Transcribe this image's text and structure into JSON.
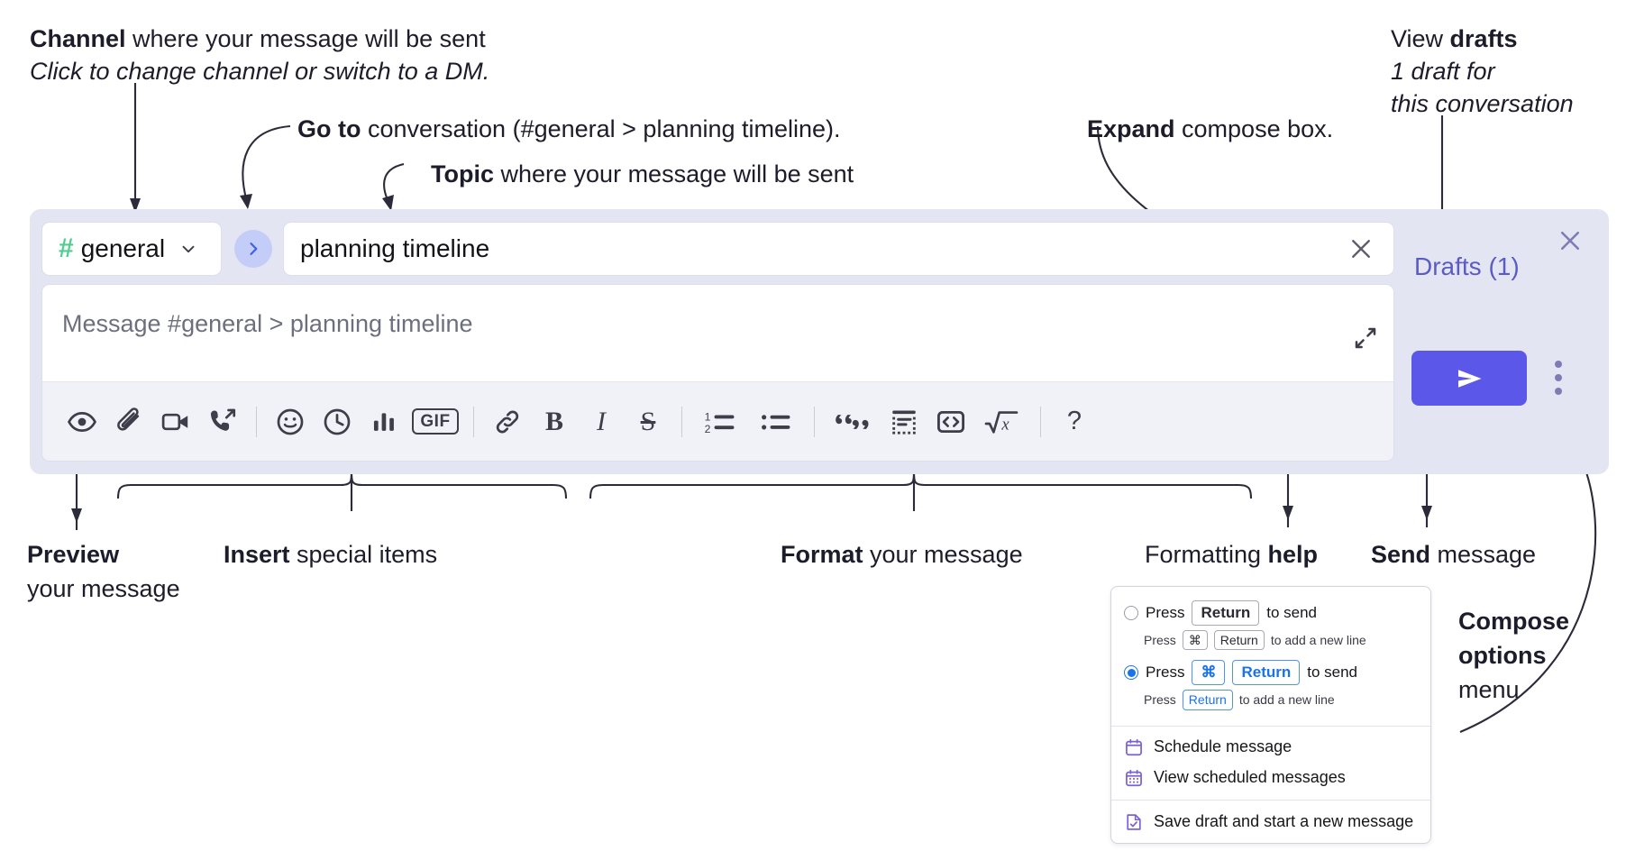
{
  "annotations": {
    "channel": {
      "bold": "Channel",
      "rest": " where your message will be sent",
      "sub": "Click to change channel or switch to a DM."
    },
    "goto": {
      "bold": "Go to",
      "rest": " conversation (#general > planning timeline)."
    },
    "topic": {
      "bold": "Topic",
      "rest": " where your message will be sent"
    },
    "expand": {
      "bold": "Expand",
      "rest": " compose box."
    },
    "drafts": {
      "lead": "View ",
      "bold": "drafts",
      "sub1": "1 draft for",
      "sub2": "this conversation"
    },
    "preview": {
      "bold": "Preview",
      "sub": "your message"
    },
    "insert": {
      "bold": "Insert",
      "rest": " special items"
    },
    "format": {
      "bold": "Format",
      "rest": " your message"
    },
    "help": {
      "lead": "Formatting ",
      "bold": "help"
    },
    "send": {
      "bold": "Send",
      "rest": " message"
    },
    "compose_menu": {
      "bold1": "Compose",
      "bold2": "options",
      "rest": "menu"
    }
  },
  "compose": {
    "channel": {
      "hash": "#",
      "name": "general",
      "chevron_icon": "chevron-down-icon"
    },
    "goto_button": {
      "icon": "chevron-right-icon"
    },
    "topic": {
      "value": "planning timeline",
      "clear_icon": "close-icon"
    },
    "message": {
      "placeholder": "Message #general > planning timeline",
      "expand_icon": "expand-icon"
    },
    "close_icon": "close-icon",
    "drafts_label": "Drafts (1)",
    "send_icon": "send-icon",
    "kebab_icon": "overflow-menu-icon",
    "toolbar": {
      "group_insert": [
        {
          "name": "preview-icon",
          "label": "Preview"
        },
        {
          "name": "attachment-icon",
          "label": "Attach file"
        },
        {
          "name": "video-icon",
          "label": "Record video clip"
        },
        {
          "name": "audio-call-icon",
          "label": "Record audio clip"
        }
      ],
      "group_special": [
        {
          "name": "emoji-icon",
          "label": "Emoji"
        },
        {
          "name": "clock-icon",
          "label": "Reminder"
        },
        {
          "name": "poll-icon",
          "label": "Poll"
        },
        {
          "name": "gif-icon",
          "label": "GIF"
        }
      ],
      "group_format_a": [
        {
          "name": "link-icon",
          "label": "Link"
        },
        {
          "name": "bold-icon",
          "label": "B"
        },
        {
          "name": "italic-icon",
          "label": "I"
        },
        {
          "name": "strikethrough-icon",
          "label": "S"
        }
      ],
      "group_format_b": [
        {
          "name": "ordered-list-icon",
          "label": "Ordered list"
        },
        {
          "name": "bulleted-list-icon",
          "label": "Bulleted list"
        }
      ],
      "group_format_c": [
        {
          "name": "blockquote-icon",
          "label": "Blockquote"
        },
        {
          "name": "code-block-icon",
          "label": "Code block"
        },
        {
          "name": "code-icon",
          "label": "Code"
        },
        {
          "name": "math-icon",
          "label": "Math"
        }
      ],
      "help": {
        "name": "help-icon",
        "label": "?"
      },
      "gif_text": "GIF"
    }
  },
  "menu": {
    "option1": {
      "press": "Press",
      "key": "Return",
      "to_send": "to send",
      "sub_press": "Press",
      "sub_key1": "⌘",
      "sub_key2": "Return",
      "sub_rest": "to add a new line",
      "selected": false
    },
    "option2": {
      "press": "Press",
      "key1": "⌘",
      "key2": "Return",
      "to_send": "to send",
      "sub_press": "Press",
      "sub_key": "Return",
      "sub_rest": "to add a new line",
      "selected": true
    },
    "items": [
      {
        "icon": "calendar-icon",
        "label": "Schedule message"
      },
      {
        "icon": "calendar-grid-icon",
        "label": "View scheduled messages"
      },
      {
        "icon": "save-draft-icon",
        "label": "Save draft and start a new message"
      }
    ]
  },
  "colors": {
    "accent_purple": "#5b57e8",
    "drafts_link": "#5b5bc4",
    "hash_green": "#4ecf8f",
    "goto_blue": "#c4cdf7",
    "panel_bg": "#e4e5f2",
    "toolbar_bg": "#f1f2f7",
    "radio_blue": "#1a73e8"
  }
}
